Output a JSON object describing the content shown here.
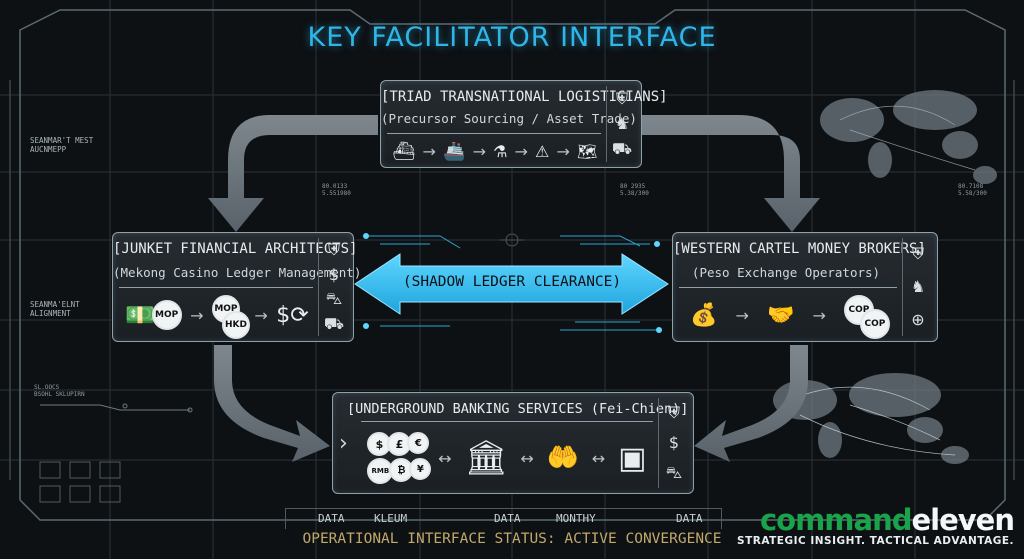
{
  "title": "KEY FACILITATOR INTERFACE",
  "center_label": "(SHADOW LEDGER CLEARANCE)",
  "status": "OPERATIONAL INTERFACE STATUS: ACTIVE CONVERGENCE",
  "nodes": {
    "top": {
      "title": "[TRIAD TRANSNATIONAL LOGISTICIANS]",
      "subtitle": "(Precursor Sourcing / Asset Trade)"
    },
    "left": {
      "title": "[JUNKET FINANCIAL ARCHITECTS]",
      "subtitle": "(Mekong Casino Ledger Management)",
      "coins": [
        "MOP",
        "MOP",
        "HKD"
      ]
    },
    "right": {
      "title": "[WESTERN CARTEL MONEY BROKERS]",
      "subtitle": "(Peso Exchange Operators)",
      "coins": [
        "COP",
        "COP"
      ]
    },
    "bottom": {
      "title": "[UNDERGROUND BANKING SERVICES (Fei-Chien)]",
      "coins": [
        "RMB"
      ]
    }
  },
  "footer": {
    "labels": [
      "DATA",
      "KLEUM",
      "DATA",
      "MONTHY",
      "DATA"
    ]
  },
  "side_labels": {
    "left_1": "SEANMAR'T MEST\nAUCNMEPP",
    "left_2": "SEANMA'ELNT\nALIGNMENT",
    "left_3": "SL.OOCS\nBSOHL SKLUPIRN",
    "mid_left": "80.0133\n5.551980",
    "mid_right": "80 2935\n5.38/300",
    "right_1": "80.7108\n5.58/300"
  },
  "brand": {
    "name_part1": "command",
    "name_part2": "eleven",
    "tagline": "STRATEGIC INSIGHT. TACTICAL ADVANTAGE."
  },
  "colors": {
    "accent": "#2fb6e8",
    "panel_border": "#8fa0aa",
    "brand_green": "#19a34a",
    "status_gold": "#c2a86a"
  },
  "icons": {
    "top_flow": [
      "ship-icon",
      "cargo-ship-icon",
      "chemical-bottles-icon",
      "lab-container-icon",
      "world-map-icon"
    ],
    "left_flow": [
      "cash-stack-icon",
      "currency-exchange-icon",
      "dollar-coins-icon"
    ],
    "right_flow": [
      "money-bags-icon",
      "handshake-icon",
      "coins-icon"
    ],
    "bottom_flow": [
      "currency-coins-icon",
      "bank-icon",
      "hand-money-icon",
      "vault-icon"
    ]
  }
}
